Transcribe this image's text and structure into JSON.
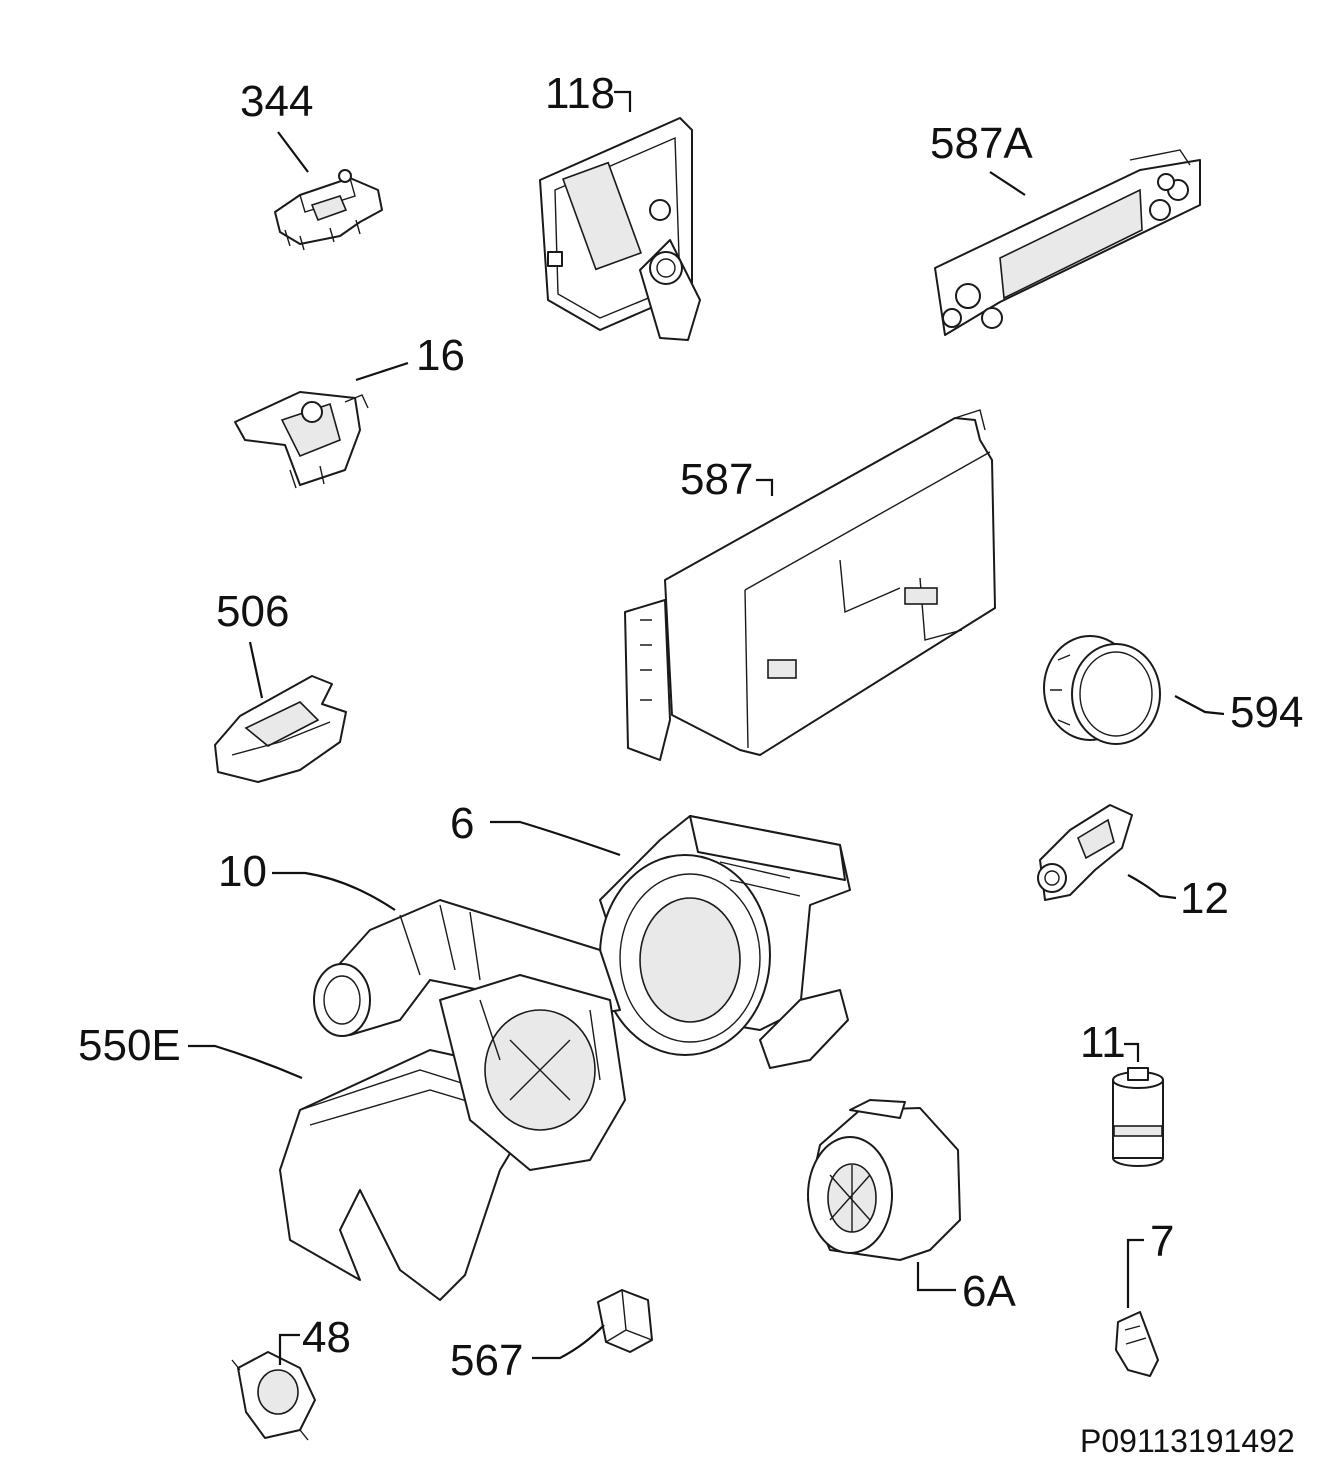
{
  "labels": {
    "p344": "344",
    "p118": "118",
    "p587A": "587A",
    "p16": "16",
    "p587": "587",
    "p506": "506",
    "p594": "594",
    "p6": "6",
    "p10": "10",
    "p12": "12",
    "p550E": "550E",
    "p11": "11",
    "p6A": "6A",
    "p7": "7",
    "p48": "48",
    "p567": "567"
  },
  "drawing_code": "P09113191492"
}
